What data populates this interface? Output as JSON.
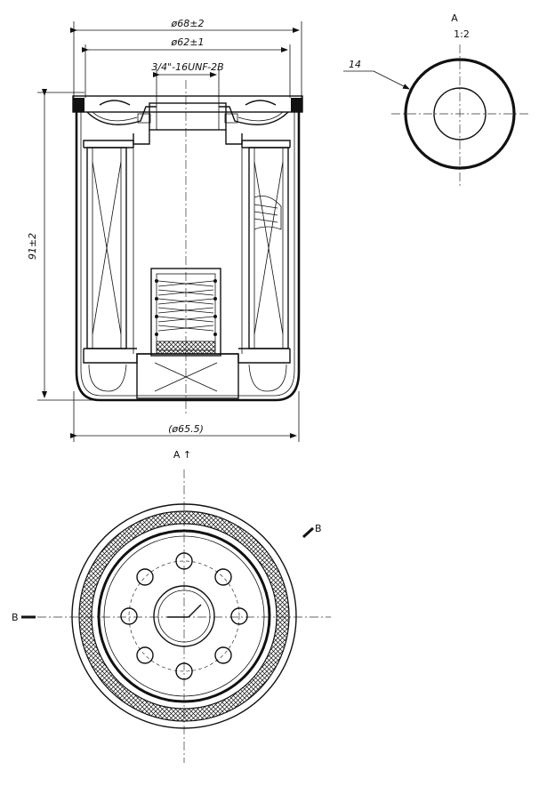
{
  "dimensions": {
    "outer_diameter": "ø68±2",
    "gasket_diameter": "ø62±1",
    "thread": "3/4\"-16UNF-2B",
    "height": "91±2",
    "body_diameter": "(ø65.5)"
  },
  "views": {
    "view_a_label": "A",
    "view_a_scale": "1:2",
    "view_a_arrow": "A ↑",
    "section_b_left": "B",
    "section_b_right": "B"
  },
  "callouts": {
    "gasket_item": "14"
  },
  "colors": {
    "line": "#111111",
    "background": "#ffffff"
  }
}
